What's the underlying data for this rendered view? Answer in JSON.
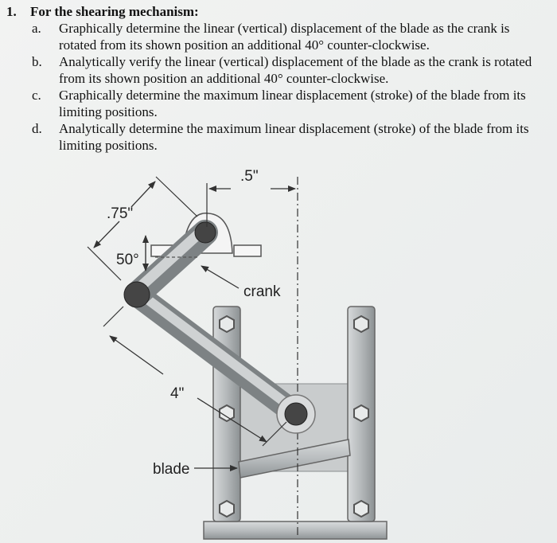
{
  "problem": {
    "number": "1.",
    "title": "For the shearing mechanism:",
    "items": [
      {
        "label": "a.",
        "text": "Graphically determine the linear (vertical) displacement of the blade as the crank is rotated from its shown position an additional 40° counter-clockwise."
      },
      {
        "label": "b.",
        "text": "Analytically verify the linear (vertical) displacement of the blade as the crank is rotated from its shown position an additional 40° counter-clockwise."
      },
      {
        "label": "c.",
        "text": "Graphically determine the maximum linear displacement (stroke) of the blade from its limiting positions."
      },
      {
        "label": "d.",
        "text": "Analytically determine the maximum linear displacement (stroke) of the blade from its limiting positions."
      }
    ]
  },
  "figure": {
    "dim_offset": ".5\"",
    "dim_crank": ".75\"",
    "angle": "50°",
    "dim_coupler": "4\"",
    "label_crank": "crank",
    "label_blade": "blade"
  }
}
